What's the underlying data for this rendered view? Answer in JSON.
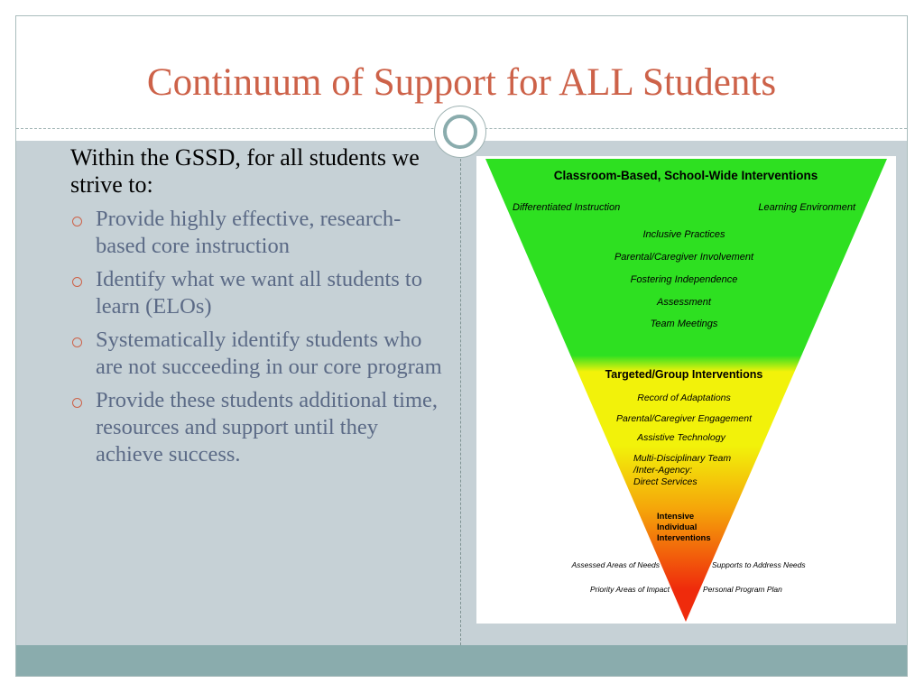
{
  "slide": {
    "title": "Continuum of Support for ALL Students",
    "lead": "Within the GSSD, for all students we strive to:",
    "bullets": [
      "Provide highly effective, research-based core instruction",
      "Identify what we want all students to learn (ELOs)",
      "Systematically identify students who are not succeeding in our core program",
      "Provide these students additional time, resources and support until they achieve success."
    ]
  },
  "diagram": {
    "tier1": {
      "heading": "Classroom-Based, School-Wide Interventions",
      "left": "Differentiated Instruction",
      "right": "Learning Environment",
      "items": [
        "Inclusive Practices",
        "Parental/Caregiver Involvement",
        "Fostering Independence",
        "Assessment",
        "Team Meetings"
      ]
    },
    "tier2": {
      "heading": "Targeted/Group Interventions",
      "items": [
        "Record of Adaptations",
        "Parental/Caregiver Engagement",
        "Assistive Technology"
      ],
      "mdt": [
        "Multi-Disciplinary Team",
        "/Inter-Agency:",
        "Direct Services"
      ]
    },
    "tier3": {
      "lines": [
        "Intensive",
        "Individual",
        "Interventions"
      ]
    },
    "bottom": {
      "left1": "Assessed Areas of Needs",
      "right1": "Supports to Address Needs",
      "left2": "Priority Areas of Impact",
      "right2": "Personal Program Plan"
    },
    "colors": {
      "green": "#2ee021",
      "yellow": "#f2f20a",
      "orange": "#f5a30a",
      "red": "#ef2b0c"
    }
  }
}
